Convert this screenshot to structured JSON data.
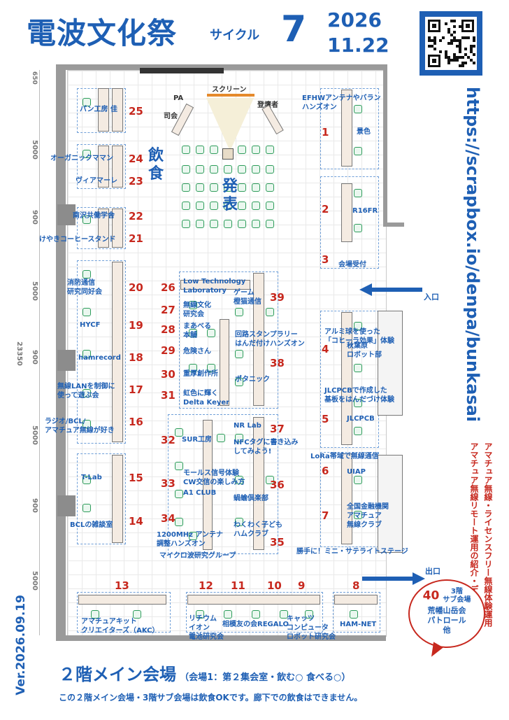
{
  "header": {
    "title": "電波文化祭",
    "cycle_label": "サイクル",
    "cycle_number": "7",
    "year": "2026",
    "month_day": "11.22"
  },
  "vertical": {
    "url": "https://scrapbox.io/denpa/bunkasai",
    "note_line1": "アマチュア無線・ライセンスフリー無線体験運用",
    "note_line2": "アマチュア無線リモート運用の紹介・デモ",
    "version": "Ver.2026.09.19"
  },
  "dimensions": {
    "total": "23350",
    "segments": [
      "650",
      "5000",
      "900",
      "5000",
      "900",
      "5000",
      "900",
      "5000"
    ]
  },
  "areas": {
    "screen": "スクリーン",
    "pa": "PA",
    "mc": "司会",
    "speaker": "登壇者",
    "presentation": [
      "発",
      "表"
    ],
    "food": [
      "飲",
      "食"
    ],
    "entrance": "入口",
    "exit": "出口"
  },
  "booths": [
    {
      "num": "25",
      "name": "パン工房 佳"
    },
    {
      "num": "24",
      "name": "オーガニックママン"
    },
    {
      "num": "23",
      "name": "ヴィアマーレ"
    },
    {
      "num": "22",
      "name": "南沢共働学舎"
    },
    {
      "num": "21",
      "name": "けやきコーヒースタンド"
    },
    {
      "num": "20",
      "name": "消防通信\n研究同好会"
    },
    {
      "num": "19",
      "name": "HYCF"
    },
    {
      "num": "18",
      "name": "hamrecord"
    },
    {
      "num": "17",
      "name": "無線LANを制御に\n使って遊ぶ会"
    },
    {
      "num": "16",
      "name": "ラジオ/BCL/\nアマチュア無線が好き"
    },
    {
      "num": "15",
      "name": "T-Lab"
    },
    {
      "num": "14",
      "name": "BCLの雑談室"
    },
    {
      "num": "1",
      "name": "EFHWアンテナやバラン\nハンズオン"
    },
    {
      "num": "",
      "name": "景色"
    },
    {
      "num": "2",
      "name": "R16FR"
    },
    {
      "num": "3",
      "name": "会場受付"
    },
    {
      "num": "4",
      "name": "アルミ球を使った\n「コヒーラ効果」体験"
    },
    {
      "num": "",
      "name": "秋葉原\nロボット部"
    },
    {
      "num": "5",
      "name": "JLCPCBで作成した\n基板をはんだづけ体験"
    },
    {
      "num": "",
      "name": "JLCPCB"
    },
    {
      "num": "6",
      "name": "LoRa帯域で無線通信"
    },
    {
      "num": "",
      "name": "UIAP"
    },
    {
      "num": "7",
      "name": "全国金融機関\nアマチュア\n無線クラブ"
    },
    {
      "num": "",
      "name": "勝手に！ミニ・サテライトステージ"
    },
    {
      "num": "26",
      "name": "Low Technology\nLaboratory"
    },
    {
      "num": "27",
      "name": "無線文化\n研究会"
    },
    {
      "num": "28",
      "name": "まあべる\n本舗"
    },
    {
      "num": "29",
      "name": "危険さん"
    },
    {
      "num": "30",
      "name": "重厚創作所"
    },
    {
      "num": "31",
      "name": "虹色に輝く\nDelta Keyer"
    },
    {
      "num": "39",
      "name": "ゲーム\n橙猫通信"
    },
    {
      "num": "38",
      "name": "回路スタンプラリー\nはんだ付けハンズオン"
    },
    {
      "num": "",
      "name": "ポタニック"
    },
    {
      "num": "32",
      "name": "SUR工房"
    },
    {
      "num": "37",
      "name": "NR Lab"
    },
    {
      "num": "",
      "name": "NFCタグに書き込み\nしてみよう!"
    },
    {
      "num": "33",
      "name": "モールス信号体験\nCW交信の楽しみ方"
    },
    {
      "num": "",
      "name": "A1 CLUB"
    },
    {
      "num": "36",
      "name": "蝸蝓倶楽部"
    },
    {
      "num": "34",
      "name": "1200MHz アンテナ\n調整ハンズオン"
    },
    {
      "num": "",
      "name": "マイクロ波研究グループ"
    },
    {
      "num": "35",
      "name": "わくわく子ども\nハムクラブ"
    },
    {
      "num": "13",
      "name": "アマチュアキット\nクリエイターズ（AKC）"
    },
    {
      "num": "12",
      "name": "リチウム\nイオン\n電池研究会"
    },
    {
      "num": "11",
      "name": "相模友の会"
    },
    {
      "num": "10",
      "name": "REGALO"
    },
    {
      "num": "9",
      "name": "キャッツ\nコンピュータ\nロボット研究会"
    },
    {
      "num": "8",
      "name": "HAM-NET"
    }
  ],
  "sub_venue": {
    "floor_num": "40",
    "floor_label": "3階\nサブ会場",
    "desc": "荒幡山岳会\nパトロール\n他"
  },
  "footer": {
    "main": "２階メイン会場",
    "paren": "（会場1：第２集会室・飲む○ 食べる○）",
    "note": "この２階メイン会場・3階サブ会場は飲食OKです。廊下での飲食はできません。"
  }
}
